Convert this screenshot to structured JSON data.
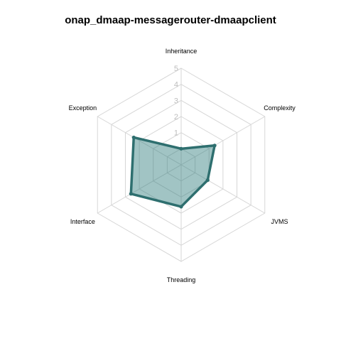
{
  "chart_data": {
    "type": "radar",
    "title": "onap_dmaap-messagerouter-dmaapclient",
    "axes": [
      "Inheritance",
      "Complexity",
      "JVMS",
      "Threading",
      "Interface",
      "Exception"
    ],
    "ticks": [
      "1",
      "2",
      "3",
      "4",
      "5"
    ],
    "range": [
      -1,
      5
    ],
    "series": [
      {
        "values": [
          0,
          1.4,
          0.9,
          1.6,
          2.6,
          2.4
        ]
      }
    ],
    "colors": {
      "fill": "#2e7d7d",
      "line": "#2e6f6f",
      "grid": "#d6d6d6"
    },
    "grid": true
  }
}
